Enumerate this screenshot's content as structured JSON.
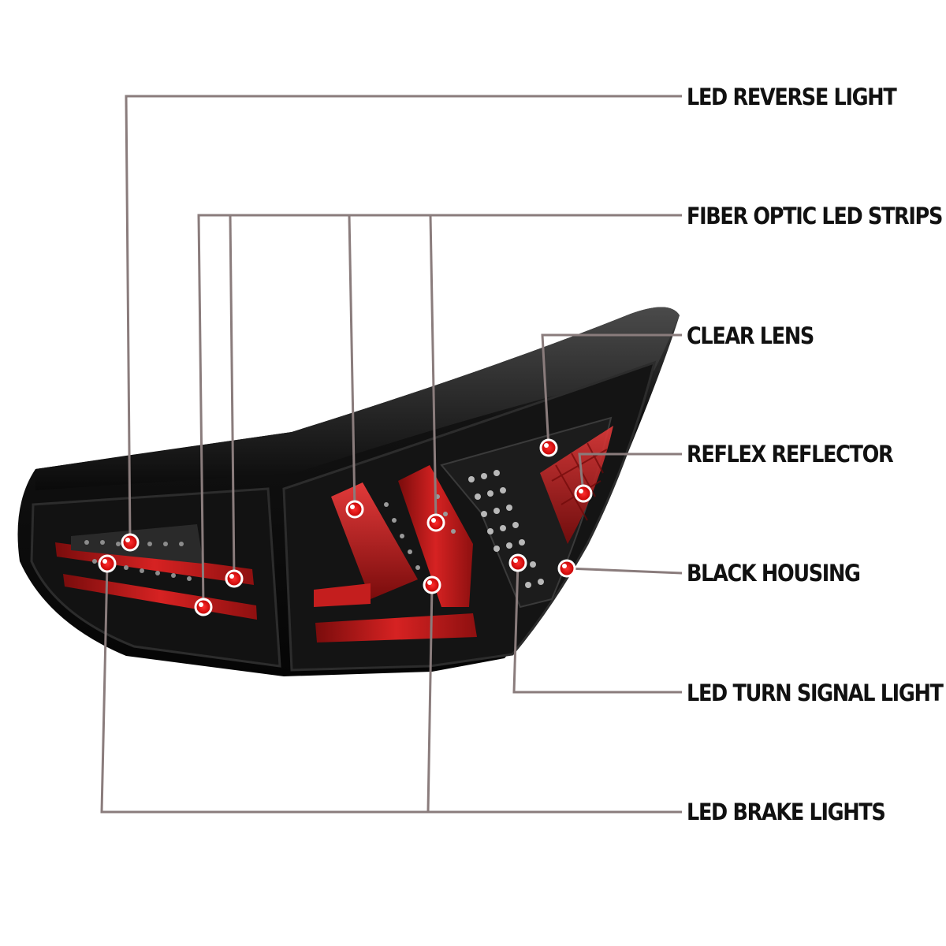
{
  "colors": {
    "background": "#ffffff",
    "housing": "#0d0d0d",
    "lens_red": "#c41e1e",
    "callout_dot": "#e00000",
    "leader_line": "#8a7c7c",
    "label_text": "#111111"
  },
  "callouts": [
    {
      "id": "led-reverse-light",
      "label": "LED REVERSE LIGHT"
    },
    {
      "id": "fiber-optic-led-strips",
      "label": "FIBER OPTIC LED STRIPS"
    },
    {
      "id": "clear-lens",
      "label": "CLEAR LENS"
    },
    {
      "id": "reflex-reflector",
      "label": "REFLEX REFLECTOR"
    },
    {
      "id": "black-housing",
      "label": "BLACK HOUSING"
    },
    {
      "id": "led-turn-signal-light",
      "label": "LED TURN SIGNAL LIGHT"
    },
    {
      "id": "led-brake-lights",
      "label": "LED BRAKE LIGHTS"
    }
  ]
}
